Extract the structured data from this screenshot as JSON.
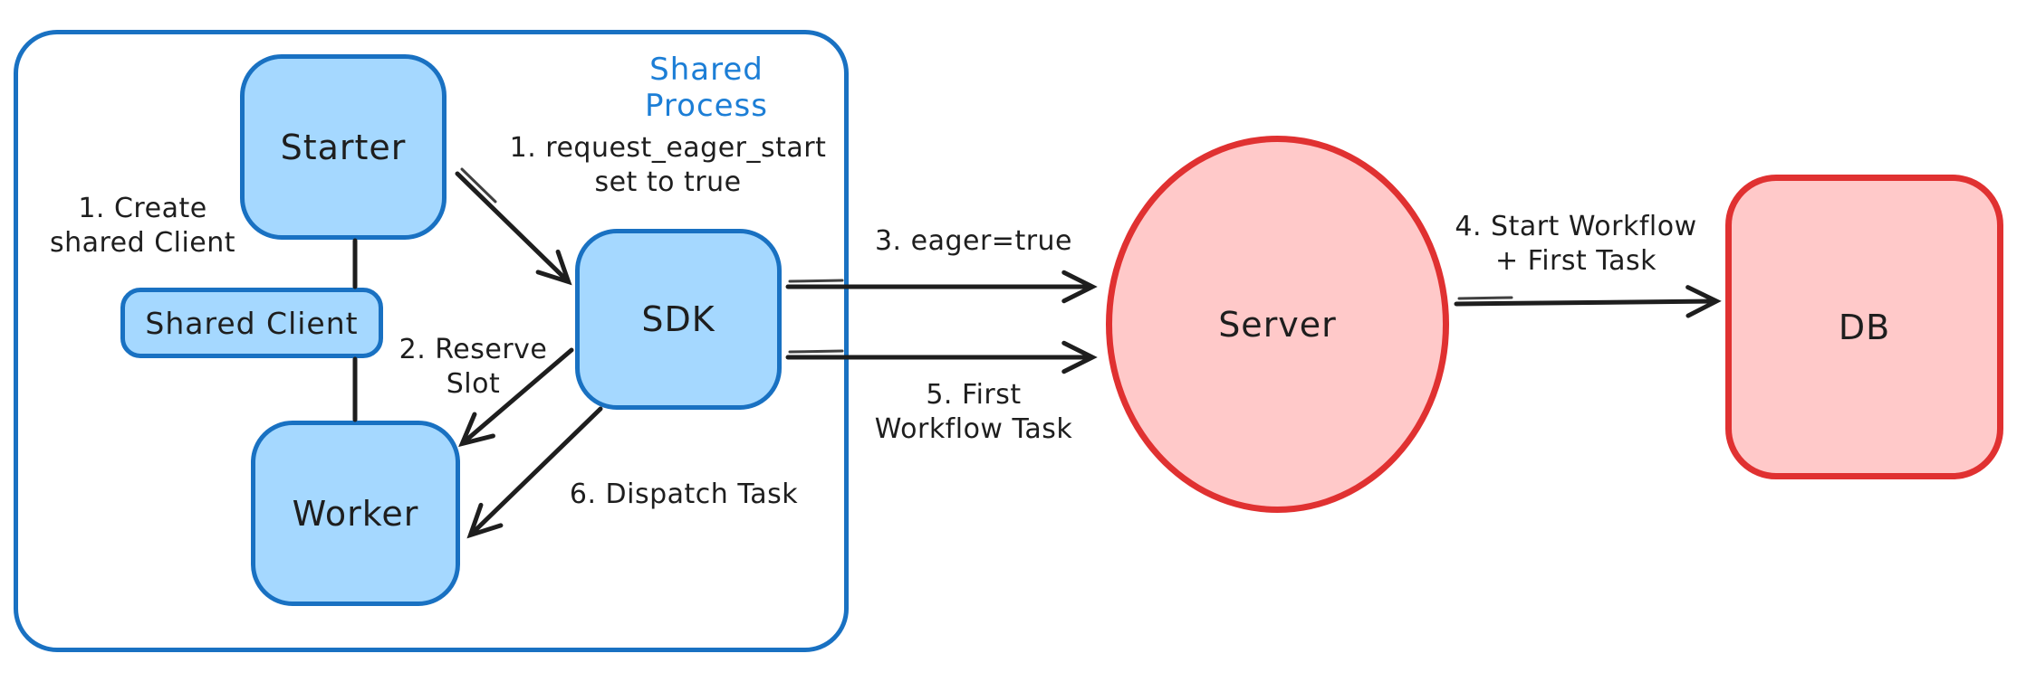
{
  "colors": {
    "blue_stroke": "#1971c2",
    "blue_fill": "#a5d8ff",
    "red_stroke": "#e03131",
    "red_fill": "#ffc9c9",
    "ink": "#1e1e1e",
    "title_blue": "#1c7ed6"
  },
  "diagram": {
    "title": "Shared Process",
    "nodes": {
      "starter": {
        "label": "Starter"
      },
      "shared_client": {
        "label": "Shared Client"
      },
      "worker": {
        "label": "Worker"
      },
      "sdk": {
        "label": "SDK"
      },
      "server": {
        "label": "Server"
      },
      "db": {
        "label": "DB"
      }
    },
    "annotations": {
      "create_shared_client": "1. Create\nshared Client",
      "request_eager_start": "1. request_eager_start\nset to true",
      "reserve_slot": "2. Reserve\nSlot",
      "eager_true": "3. eager=true",
      "start_workflow": "4. Start Workflow\n+ First Task",
      "first_workflow_task": "5. First\nWorkflow Task",
      "dispatch_task": "6. Dispatch Task"
    },
    "edges": [
      {
        "from": "starter",
        "to": "shared_client",
        "style": "line",
        "label": ""
      },
      {
        "from": "shared_client",
        "to": "worker",
        "style": "line",
        "label": ""
      },
      {
        "from": "starter",
        "to": "sdk",
        "style": "arrow",
        "label": "1. request_eager_start set to true"
      },
      {
        "from": "sdk",
        "to": "worker",
        "style": "arrow",
        "label": "2. Reserve Slot"
      },
      {
        "from": "sdk",
        "to": "server",
        "style": "arrow",
        "label": "3. eager=true"
      },
      {
        "from": "server",
        "to": "db",
        "style": "arrow",
        "label": "4. Start Workflow + First Task"
      },
      {
        "from": "sdk",
        "to": "server",
        "style": "arrow",
        "label": "5. First Workflow Task"
      },
      {
        "from": "sdk",
        "to": "worker",
        "style": "arrow",
        "label": "6. Dispatch Task"
      }
    ]
  }
}
